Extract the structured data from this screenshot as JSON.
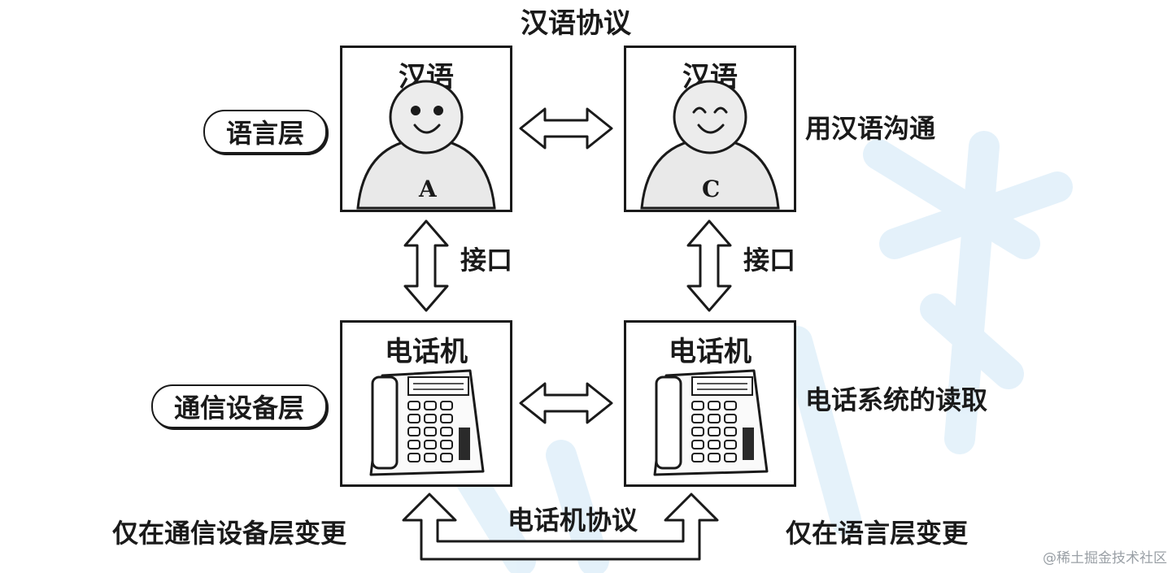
{
  "diagram": {
    "top_protocol_label": "汉语协议",
    "layers": {
      "language": "语言层",
      "device": "通信设备层"
    },
    "boxes": {
      "person_a": {
        "title": "汉语",
        "label": "A"
      },
      "person_c": {
        "title": "汉语",
        "label": "C"
      },
      "phone_left": {
        "title": "电话机"
      },
      "phone_right": {
        "title": "电话机"
      }
    },
    "interface_left": "接口",
    "interface_right": "接口",
    "right_notes": {
      "language": "用汉语沟通",
      "device": "电话系统的读取"
    },
    "bottom": {
      "left_note": "仅在通信设备层变更",
      "protocol_label": "电话机协议",
      "right_note": "仅在语言层变更"
    },
    "watermark": "@稀土掘金技术社区"
  }
}
